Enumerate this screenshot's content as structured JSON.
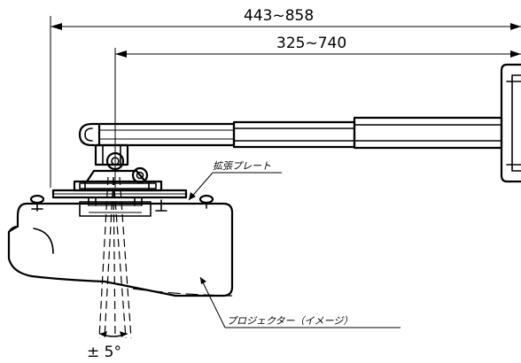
{
  "dimensions": {
    "overall": "443~858",
    "arm": "325~740"
  },
  "labels": {
    "extension_plate": "拡張プレート",
    "projector": "プロジェクター（イメージ）",
    "tilt": "± 5°"
  }
}
